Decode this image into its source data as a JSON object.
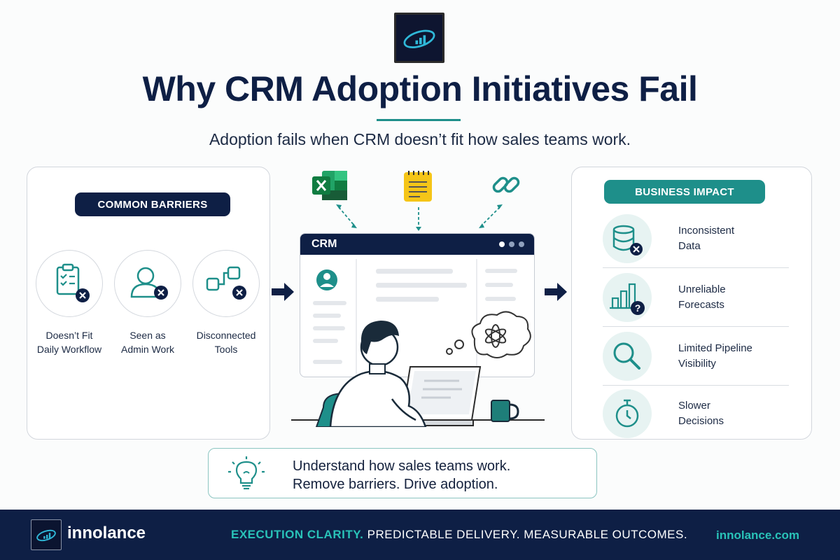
{
  "header": {
    "title": "Why CRM Adoption Initiatives Fail",
    "subtitle": "Adoption fails when CRM doesn’t fit how sales teams work."
  },
  "barriers": {
    "heading": "COMMON BARRIERS",
    "items": [
      {
        "line1": "Doesn’t Fit",
        "line2": "Daily Workflow",
        "icon": "clipboard-checklist-icon"
      },
      {
        "line1": "Seen as",
        "line2": "Admin Work",
        "icon": "person-icon"
      },
      {
        "line1": "Disconnected",
        "line2": "Tools",
        "icon": "connected-boxes-icon"
      }
    ]
  },
  "center": {
    "crm_label": "CRM",
    "tools": [
      "excel-icon",
      "notepad-icon",
      "link-icon"
    ]
  },
  "impact": {
    "heading": "BUSINESS IMPACT",
    "items": [
      {
        "line1": "Inconsistent",
        "line2": "Data",
        "icon": "database-icon"
      },
      {
        "line1": "Unreliable",
        "line2": "Forecasts",
        "icon": "bar-chart-question-icon"
      },
      {
        "line1": "Limited Pipeline",
        "line2": "Visibility",
        "icon": "magnifier-icon"
      },
      {
        "line1": "Slower",
        "line2": "Decisions",
        "icon": "stopwatch-icon"
      }
    ]
  },
  "callout": {
    "line1": "Understand how sales teams work.",
    "line2": "Remove barriers. Drive adoption."
  },
  "footer": {
    "brand": "innolance",
    "tagline_highlight": "EXECUTION CLARITY.",
    "tagline_rest": " PREDICTABLE DELIVERY. MEASURABLE OUTCOMES.",
    "website": "innolance.com"
  },
  "colors": {
    "navy": "#0e1f45",
    "teal": "#1e8f8a",
    "teal_light": "#29c2b8"
  }
}
